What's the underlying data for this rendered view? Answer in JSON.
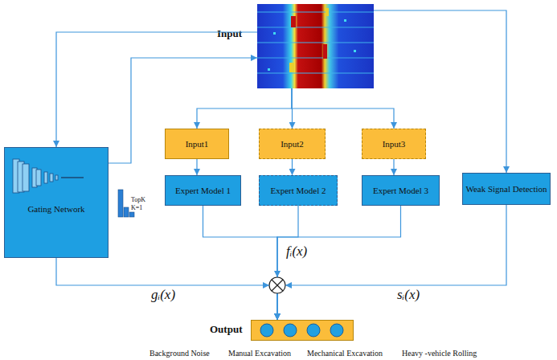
{
  "diagram": {
    "nodes": [
      {
        "text": [
          "Input"
        ]
      },
      {
        "text": [
          "Input1"
        ]
      },
      {
        "text": [
          "Input2"
        ]
      },
      {
        "text": [
          "Input3"
        ]
      },
      {
        "text": [
          "Gating Network"
        ]
      },
      {
        "text": [
          "Expert Model 1"
        ]
      },
      {
        "text": [
          "Expert Model 2"
        ]
      },
      {
        "text": [
          "Expert Model 3"
        ]
      },
      {
        "text": [
          "Weak Signal Detection"
        ]
      },
      {
        "text": [
          "Output"
        ]
      }
    ],
    "edges": [
      {
        "from": 0,
        "to": 4,
        "arrow": "to"
      },
      {
        "from": 4,
        "to": 0,
        "arrow": "to"
      },
      {
        "from": 0,
        "to": 1,
        "arrow": "to"
      },
      {
        "from": 0,
        "to": 2,
        "arrow": "to"
      },
      {
        "from": 0,
        "to": 3,
        "arrow": "to"
      },
      {
        "from": 0,
        "to": 8,
        "arrow": "to"
      },
      {
        "from": 1,
        "to": 5,
        "arrow": "to"
      },
      {
        "from": 2,
        "to": 6,
        "arrow": "to"
      },
      {
        "from": 3,
        "to": 7,
        "arrow": "to"
      },
      {
        "from": 5,
        "to": 9,
        "arrow": "to"
      },
      {
        "from": 6,
        "to": 9,
        "label": "fᵢ(x)",
        "arrow": "to"
      },
      {
        "from": 7,
        "to": 9,
        "arrow": "to"
      },
      {
        "from": 4,
        "to": 9,
        "label": "gᵢ(x)",
        "arrow": "to"
      },
      {
        "from": 8,
        "to": 9,
        "label": "sᵢ(x)",
        "arrow": "to"
      }
    ],
    "labels": [
      "TopK",
      "K=1",
      "Background Noise",
      "Manual Excavation",
      "Mechanical Excavation",
      "Heavy -vehicle Rolling"
    ]
  }
}
